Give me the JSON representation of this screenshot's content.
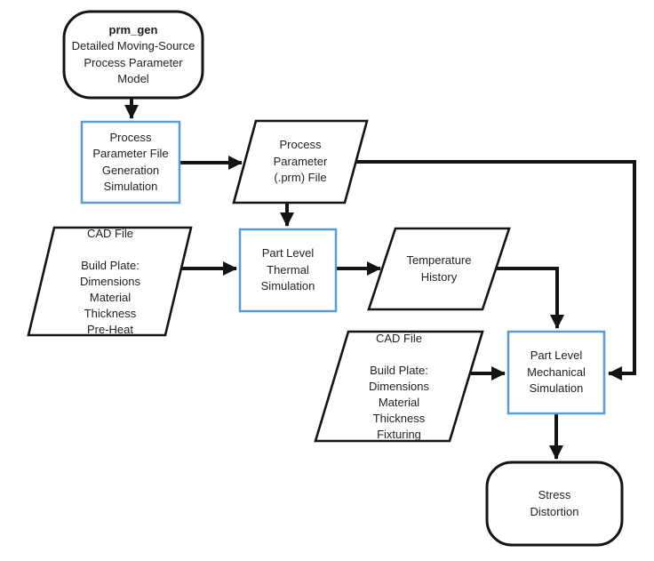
{
  "diagram": {
    "kind": "flowchart",
    "nodes": {
      "prm_gen": {
        "type": "terminator",
        "title": "prm_gen",
        "body": "Detailed Moving-Source\nProcess Parameter\nModel"
      },
      "process_parameter_file_generation": {
        "type": "process",
        "label": "Process\nParameter File\nGeneration\nSimulation"
      },
      "process_parameter_prm_file": {
        "type": "data",
        "label": "Process\nParameter\n(.prm) File"
      },
      "cad_file_thermal_input": {
        "type": "data",
        "label": "CAD File\n\nBuild Plate:\nDimensions\nMaterial\nThickness\nPre-Heat"
      },
      "part_level_thermal_simulation": {
        "type": "process",
        "label": "Part Level\nThermal\nSimulation"
      },
      "temperature_history": {
        "type": "data",
        "label": "Temperature\nHistory"
      },
      "cad_file_mechanical_input": {
        "type": "data",
        "label": "CAD File\n\nBuild Plate:\nDimensions\nMaterial\nThickness\nFixturing"
      },
      "part_level_mechanical_simulation": {
        "type": "process",
        "label": "Part Level\nMechanical\nSimulation"
      },
      "stress_distortion": {
        "type": "terminator",
        "label": "Stress\nDistortion"
      }
    },
    "edges": [
      {
        "from": "prm_gen",
        "to": "process_parameter_file_generation"
      },
      {
        "from": "process_parameter_file_generation",
        "to": "process_parameter_prm_file"
      },
      {
        "from": "process_parameter_prm_file",
        "to": "part_level_thermal_simulation"
      },
      {
        "from": "process_parameter_prm_file",
        "to": "part_level_mechanical_simulation"
      },
      {
        "from": "cad_file_thermal_input",
        "to": "part_level_thermal_simulation"
      },
      {
        "from": "part_level_thermal_simulation",
        "to": "temperature_history"
      },
      {
        "from": "temperature_history",
        "to": "part_level_mechanical_simulation"
      },
      {
        "from": "cad_file_mechanical_input",
        "to": "part_level_mechanical_simulation"
      },
      {
        "from": "part_level_mechanical_simulation",
        "to": "stress_distortion"
      }
    ]
  },
  "colors": {
    "accent_blue": "#5B9BD5",
    "line_black": "#141414",
    "background": "#ffffff"
  }
}
